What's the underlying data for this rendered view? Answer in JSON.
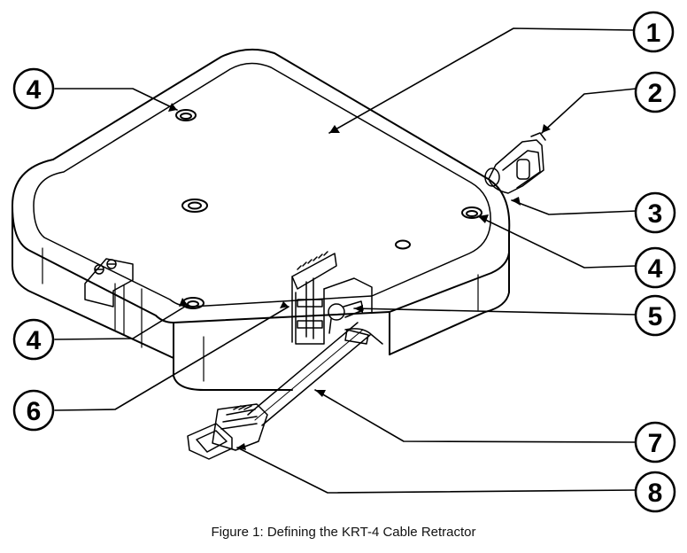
{
  "caption": "Figure 1: Defining the KRT-4 Cable Retractor",
  "callouts": [
    {
      "id": "c1",
      "label": "1"
    },
    {
      "id": "c2",
      "label": "2"
    },
    {
      "id": "c3",
      "label": "3"
    },
    {
      "id": "c4a",
      "label": "4"
    },
    {
      "id": "c4b",
      "label": "4"
    },
    {
      "id": "c4c",
      "label": "4"
    },
    {
      "id": "c5",
      "label": "5"
    },
    {
      "id": "c6",
      "label": "6"
    },
    {
      "id": "c7",
      "label": "7"
    },
    {
      "id": "c8",
      "label": "8"
    }
  ]
}
